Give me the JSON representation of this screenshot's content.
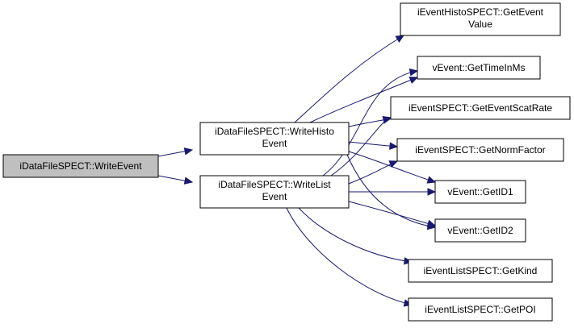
{
  "colors": {
    "edge": "#191970",
    "node_fill": "#ffffff",
    "root_fill": "#bfbfbf",
    "node_border": "#000000"
  },
  "nodes": {
    "root": {
      "lines": [
        "iDataFileSPECT::WriteEvent"
      ]
    },
    "write_histo": {
      "lines": [
        "iDataFileSPECT::WriteHisto",
        "Event"
      ]
    },
    "write_list": {
      "lines": [
        "iDataFileSPECT::WriteList",
        "Event"
      ]
    },
    "histo_get_event_value": {
      "lines": [
        "iEventHistoSPECT::GetEvent",
        "Value"
      ]
    },
    "get_time_in_ms": {
      "lines": [
        "vEvent::GetTimeInMs"
      ]
    },
    "get_event_scat_rate": {
      "lines": [
        "iEventSPECT::GetEventScatRate"
      ]
    },
    "get_norm_factor": {
      "lines": [
        "iEventSPECT::GetNormFactor"
      ]
    },
    "get_id1": {
      "lines": [
        "vEvent::GetID1"
      ]
    },
    "get_id2": {
      "lines": [
        "vEvent::GetID2"
      ]
    },
    "list_get_kind": {
      "lines": [
        "iEventListSPECT::GetKind"
      ]
    },
    "list_get_poi": {
      "lines": [
        "iEventListSPECT::GetPOI"
      ]
    }
  },
  "edges": [
    {
      "from": "root",
      "to": "write_histo"
    },
    {
      "from": "root",
      "to": "write_list"
    },
    {
      "from": "write_histo",
      "to": "histo_get_event_value"
    },
    {
      "from": "write_histo",
      "to": "get_time_in_ms"
    },
    {
      "from": "write_histo",
      "to": "get_event_scat_rate"
    },
    {
      "from": "write_histo",
      "to": "get_norm_factor"
    },
    {
      "from": "write_histo",
      "to": "get_id1"
    },
    {
      "from": "write_histo",
      "to": "get_id2"
    },
    {
      "from": "write_list",
      "to": "get_time_in_ms"
    },
    {
      "from": "write_list",
      "to": "get_event_scat_rate"
    },
    {
      "from": "write_list",
      "to": "get_norm_factor"
    },
    {
      "from": "write_list",
      "to": "get_id1"
    },
    {
      "from": "write_list",
      "to": "get_id2"
    },
    {
      "from": "write_list",
      "to": "list_get_kind"
    },
    {
      "from": "write_list",
      "to": "list_get_poi"
    }
  ]
}
